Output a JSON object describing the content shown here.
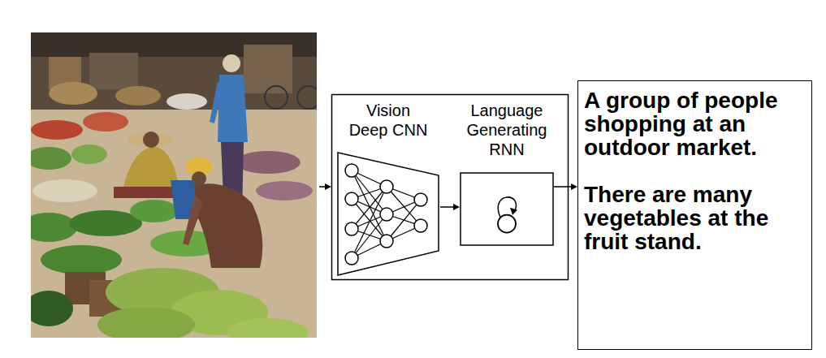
{
  "diagram": {
    "nodes": [
      {
        "text": [
          "Vision Deep CNN"
        ]
      },
      {
        "text": [
          "Language Generating RNN"
        ]
      },
      {
        "text": [
          "A group of people shopping at an outdoor market.",
          "There are many vegetables at the fruit stand."
        ]
      }
    ],
    "edges": [
      {
        "from": 0,
        "to": 1,
        "arrow": "to"
      },
      {
        "from": 1,
        "to": 2,
        "arrow": "to"
      }
    ]
  }
}
